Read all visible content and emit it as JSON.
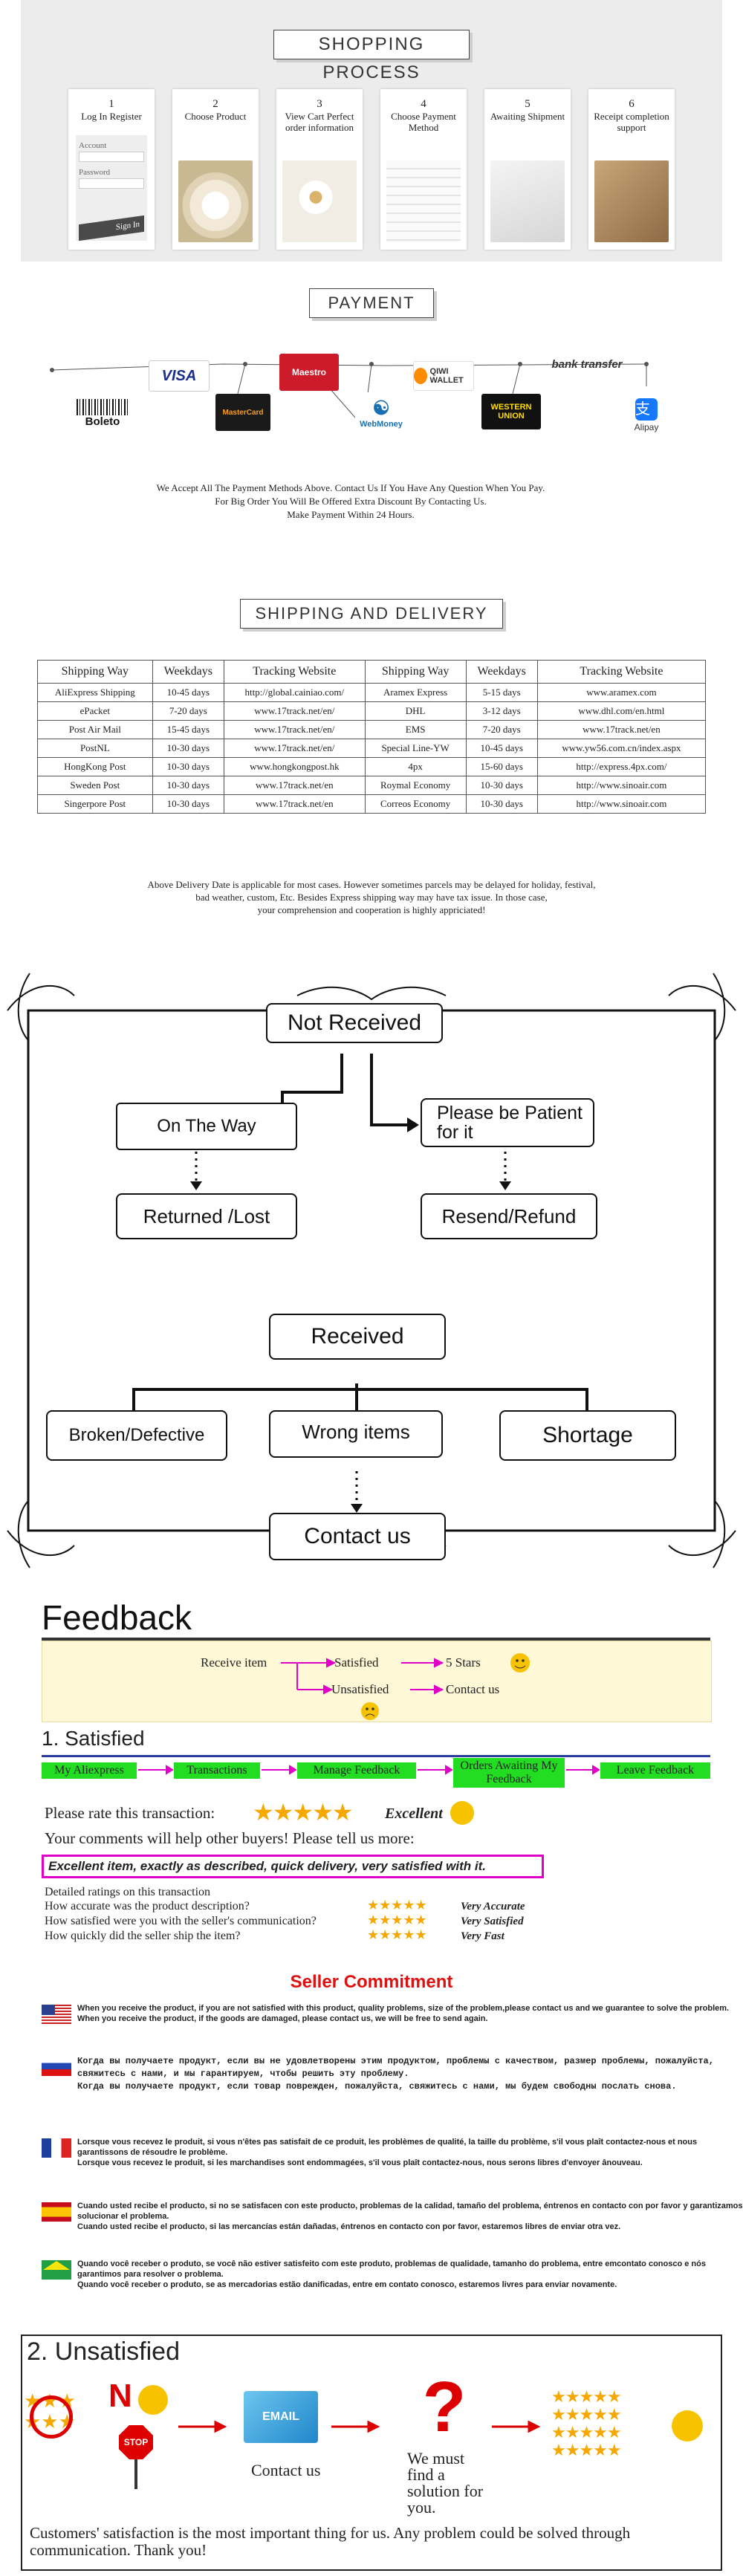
{
  "shopping_process": {
    "title": "SHOPPING PROCESS",
    "steps": [
      {
        "num": "1",
        "label": "Log In Register"
      },
      {
        "num": "2",
        "label": "Choose Product"
      },
      {
        "num": "3",
        "label": "View Cart Perfect order information"
      },
      {
        "num": "4",
        "label": "Choose Payment Method"
      },
      {
        "num": "5",
        "label": "Awaiting Shipment"
      },
      {
        "num": "6",
        "label": "Receipt completion support"
      }
    ],
    "login_fields": {
      "account": "Account",
      "password": "Password",
      "sign_in": "Sign In"
    }
  },
  "payment": {
    "title": "PAYMENT",
    "logos": {
      "visa": "VISA",
      "mastercard": "MasterCard",
      "maestro": "Maestro",
      "webmoney": "WebMoney",
      "qiwi": "QIWI WALLET",
      "western_union": "WESTERN UNION",
      "bank": "bank transfer",
      "alipay": "Alipay",
      "boleto": "Boleto"
    },
    "lines": [
      "We Accept All The Payment Methods Above. Contact Us If You Have Any Question When You Pay.",
      "For Big Order You Will Be Offered Extra Discount By Contacting Us.",
      "Make Payment Within 24 Hours."
    ]
  },
  "shipping": {
    "title": "SHIPPING AND DELIVERY",
    "headers": [
      "Shipping Way",
      "Weekdays",
      "Tracking Website",
      "Shipping Way",
      "Weekdays",
      "Tracking Website"
    ],
    "rows": [
      [
        "AliExpress Shipping",
        "10-45 days",
        "http://global.cainiao.com/",
        "Aramex Express",
        "5-15 days",
        "www.aramex.com"
      ],
      [
        "ePacket",
        "7-20 days",
        "www.17track.net/en/",
        "DHL",
        "3-12 days",
        "www.dhl.com/en.html"
      ],
      [
        "Post Air Mail",
        "15-45 days",
        "www.17track.net/en/",
        "EMS",
        "7-20 days",
        "www.17track.net/en"
      ],
      [
        "PostNL",
        "10-30 days",
        "www.17track.net/en/",
        "Special Line-YW",
        "10-45 days",
        "www.yw56.com.cn/index.aspx"
      ],
      [
        "HongKong Post",
        "10-30 days",
        "www.hongkongpost.hk",
        "4px",
        "15-60 days",
        "http://express.4px.com/"
      ],
      [
        "Sweden Post",
        "10-30 days",
        "www.17track.net/en",
        "Roymal Economy",
        "10-30 days",
        "http://www.sinoair.com"
      ],
      [
        "Singerpore Post",
        "10-30 days",
        "www.17track.net/en",
        "Correos Economy",
        "10-30 days",
        "http://www.sinoair.com"
      ]
    ],
    "note": [
      "Above Delivery Date is applicable for most cases. However sometimes parcels may be delayed for holiday, festival,",
      "bad weather, custom, Etc. Besides Express shipping way may have tax issue. In those case,",
      "your comprehension and cooperation is highly appriciated!"
    ]
  },
  "flow": {
    "not_received": "Not Received",
    "on_the_way": "On The Way",
    "be_patient": "Please be Patient for it",
    "returned_lost": "Returned /Lost",
    "resend_refund": "Resend/Refund",
    "received": "Received",
    "broken": "Broken/Defective",
    "wrong_items": "Wrong items",
    "shortage": "Shortage",
    "contact_us": "Contact us"
  },
  "feedback": {
    "title": "Feedback",
    "receive_item": "Receive item",
    "satisfied": "Satisfied",
    "five_stars": "5 Stars",
    "unsatisfied": "Unsatisfied",
    "contact_us": "Contact us",
    "satisfied_heading": "1. Satisfied",
    "steps": [
      "My Aliexpress",
      "Transactions",
      "Manage Feedback",
      "Orders Awaiting My Feedback",
      "Leave Feedback"
    ],
    "rate_text": "Please rate this transaction:",
    "excellent": "Excellent",
    "comments": "Your comments will help other buyers! Please tell us more:",
    "sample_comment": "Excellent item, exactly as described, quick delivery, very satisfied with it.",
    "detailed_title": "Detailed ratings on this transaction",
    "detailed": [
      {
        "q": "How accurate was the product description?",
        "a": "Very Accurate"
      },
      {
        "q": "How satisfied were you with the seller's communication?",
        "a": "Very Satisfied"
      },
      {
        "q": "How quickly did the seller ship the item?",
        "a": "Very Fast"
      }
    ],
    "star_color": "#f5a800"
  },
  "commitment": {
    "title": "Seller Commitment",
    "en": [
      "When you receive the product, if you are not satisfied with this product, quality problems, size of the problem,please contact us and we guarantee to solve the problem.",
      "When you receive the product, if the goods are damaged, please contact us, we will be free to send again."
    ],
    "ru": [
      "Когда вы получаете продукт, если вы не удовлетворены этим продуктом, проблемы с качеством, размер проблемы, пожалуйста, свяжитесь с нами, и мы гарантируем, чтобы решить эту проблему.",
      "Когда вы получаете продукт, если товар поврежден, пожалуйста, свяжитесь с нами, мы будем свободны послать снова."
    ],
    "fr": [
      "Lorsque vous recevez le produit, si vous n'êtes pas satisfait de ce produit, les problèmes de qualité, la taille du problème, s'il vous plaît contactez-nous et nous garantissons de résoudre le problème.",
      "Lorsque vous recevez le produit, si les marchandises sont endommagées, s'il vous plaît contactez-nous, nous serons libres d'envoyer ânouveau."
    ],
    "es": [
      "Cuando usted recibe el producto, si no se satisfacen con este producto, problemas de la calidad, tamaño del problema, éntrenos en contacto con por favor y garantizamos solucionar el problema.",
      "Cuando usted recibe el producto, si las mercancías están dañadas, éntrenos en contacto con por favor, estaremos libres de enviar otra vez."
    ],
    "pt": [
      "Quando você receber o produto, se você não estiver satisfeito com este produto, problemas de qualidade, tamanho do problema, entre emcontato conosco e nós garantimos para resolver o problema.",
      "Quando você receber o produto, se as mercadorias estão danificadas, entre em contato conosco, estaremos livres para enviar novamente."
    ]
  },
  "unsatisfied": {
    "heading": "2. Unsatisfied",
    "no": "N",
    "stop": "STOP",
    "email": "EMAIL",
    "contact_us": "Contact us",
    "must_find": "We must find a solution for you.",
    "footer": "Customers' satisfaction is the most important thing for us. Any problem could be solved through communication. Thank you!"
  }
}
